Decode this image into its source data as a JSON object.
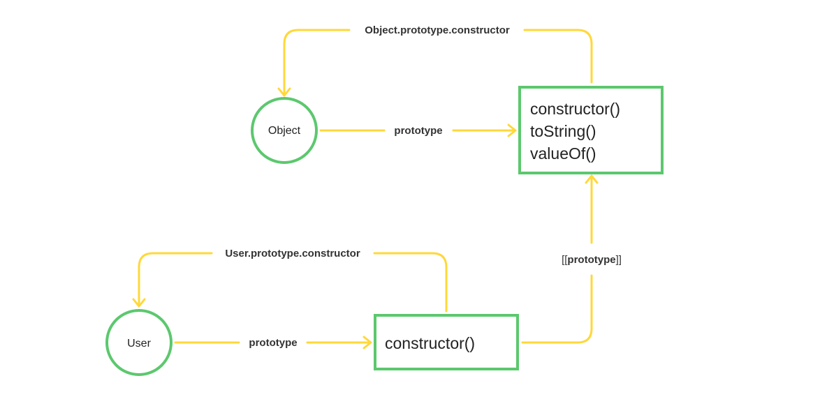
{
  "colors": {
    "node_stroke": "#5CC86E",
    "edge_stroke": "#FFD83A",
    "text": "#222222"
  },
  "nodes": {
    "object_node": {
      "label": "Object"
    },
    "user_node": {
      "label": "User"
    },
    "object_prototype_box": {
      "lines": [
        "constructor()",
        "toString()",
        "valueOf()"
      ]
    },
    "user_prototype_box": {
      "lines": [
        "constructor()"
      ]
    }
  },
  "edges": {
    "object_prototype": {
      "label": "prototype"
    },
    "object_constructor": {
      "label": "Object.prototype.constructor"
    },
    "user_prototype": {
      "label": "prototype"
    },
    "user_constructor": {
      "label": "User.prototype.constructor"
    },
    "proto_link": {
      "label_prefix": "[[",
      "label_main": "prototype",
      "label_suffix": "]]"
    }
  }
}
